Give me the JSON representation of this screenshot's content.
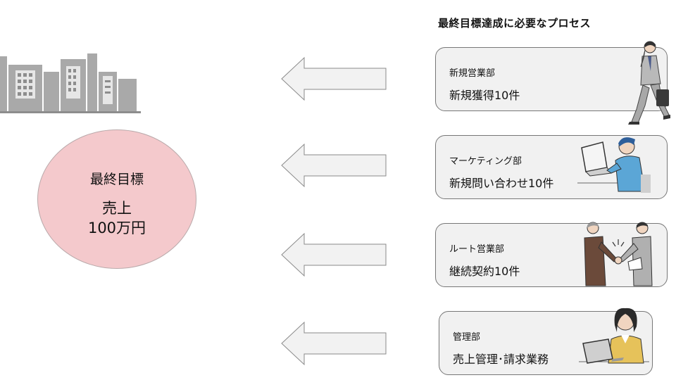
{
  "header": {
    "title": "最終目標達成に必要なプロセス"
  },
  "goal": {
    "label": "最終目標",
    "metric": "売上",
    "value": "100万円"
  },
  "departments": [
    {
      "name": "新規営業部",
      "task": "新規獲得10件"
    },
    {
      "name": "マーケティング部",
      "task": "新規問い合わせ10件"
    },
    {
      "name": "ルート営業部",
      "task": "継続契約10件"
    },
    {
      "name": "管理部",
      "task": "売上管理･請求業務"
    }
  ],
  "colors": {
    "goal_fill": "#f4c9cc",
    "card_fill": "#f1f1f1",
    "arrow_fill": "#f2f2f2",
    "building": "#8d8d8d"
  }
}
